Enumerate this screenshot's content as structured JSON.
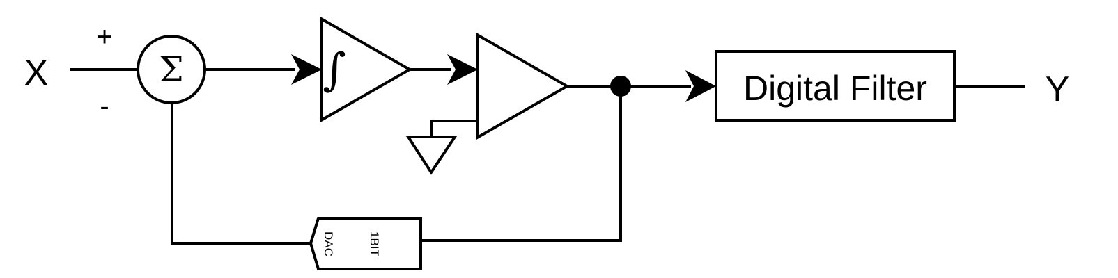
{
  "labels": {
    "input": "X",
    "output": "Y",
    "plus": "+",
    "minus": "-",
    "summer_symbol": "Σ",
    "integrator_symbol": "∫",
    "filter": "Digital Filter",
    "dac_top": "1BIT",
    "dac_bottom": "DAC"
  }
}
